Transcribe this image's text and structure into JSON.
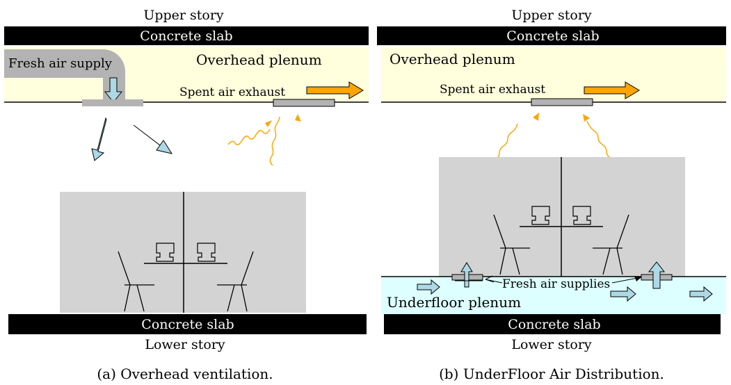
{
  "panel_a": {
    "upper_story": "Upper story",
    "top_slab": "Concrete slab",
    "overhead_plenum": "Overhead plenum",
    "fresh_air_supply": "Fresh air supply",
    "spent_air_exhaust": "Spent air exhaust",
    "bottom_slab": "Concrete slab",
    "lower_story": "Lower story",
    "caption": "(a) Overhead ventilation."
  },
  "panel_b": {
    "upper_story": "Upper story",
    "top_slab": "Concrete slab",
    "overhead_plenum": "Overhead plenum",
    "spent_air_exhaust": "Spent air exhaust",
    "fresh_air_supplies": "Fresh air supplies",
    "underfloor_plenum": "Underfloor plenum",
    "bottom_slab": "Concrete slab",
    "lower_story": "Lower story",
    "caption": "(b) UnderFloor Air Distribution."
  },
  "colors": {
    "slab": "#000000",
    "plenum": "#ffffdd",
    "underfloor": "#ddffff",
    "room": "#d3d3d3",
    "duct": "#b3b3b3",
    "supply_arrow": "#add8e6",
    "exhaust_arrow": "#ffa500"
  }
}
